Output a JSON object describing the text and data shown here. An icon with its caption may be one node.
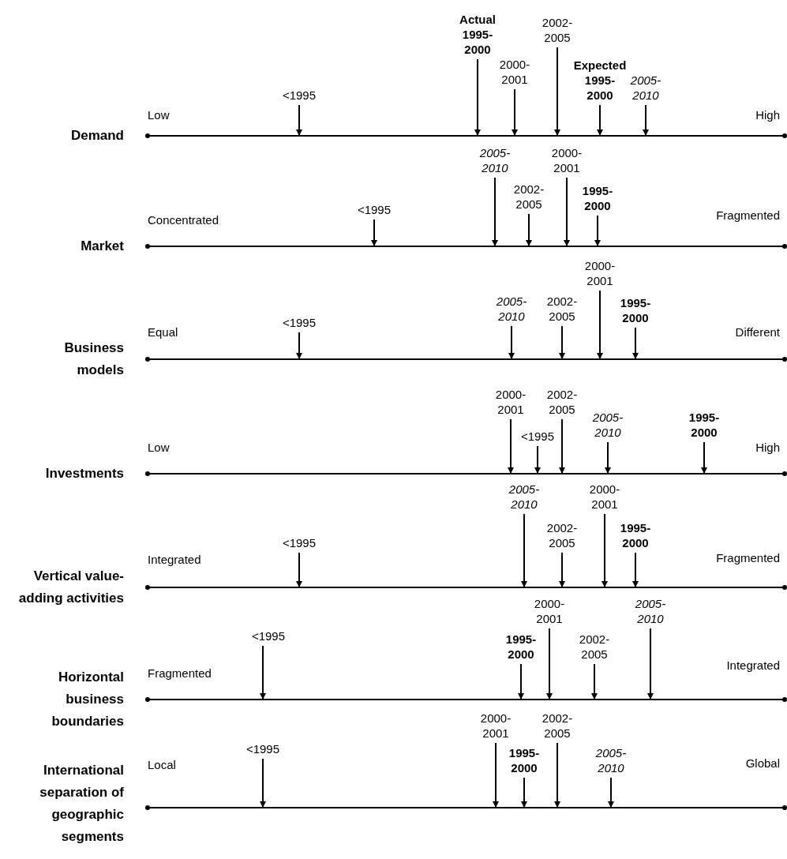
{
  "diagram": {
    "nodes": [
      {
        "text": [
          "<1995"
        ]
      },
      {
        "text": [
          "Actual 1995-2000"
        ]
      },
      {
        "text": [
          "2000-2001"
        ]
      },
      {
        "text": [
          "2002-2005"
        ]
      },
      {
        "text": [
          "Expected 1995-2000"
        ]
      },
      {
        "text": [
          "2005-2010"
        ]
      },
      {
        "text": [
          "<1995"
        ]
      },
      {
        "text": [
          "2005-2010"
        ]
      },
      {
        "text": [
          "2002-2005"
        ]
      },
      {
        "text": [
          "2000-2001"
        ]
      },
      {
        "text": [
          "1995-2000"
        ]
      },
      {
        "text": [
          "<1995"
        ]
      },
      {
        "text": [
          "2005-2010"
        ]
      },
      {
        "text": [
          "2002-2005"
        ]
      },
      {
        "text": [
          "2000-2001"
        ]
      },
      {
        "text": [
          "1995-2000"
        ]
      },
      {
        "text": [
          "2000-2001"
        ]
      },
      {
        "text": [
          "<1995"
        ]
      },
      {
        "text": [
          "2002-2005"
        ]
      },
      {
        "text": [
          "2005-2010"
        ]
      },
      {
        "text": [
          "1995-2000"
        ]
      },
      {
        "text": [
          "<1995"
        ]
      },
      {
        "text": [
          "2005-2010"
        ]
      },
      {
        "text": [
          "2002-2005"
        ]
      },
      {
        "text": [
          "2000-2001"
        ]
      },
      {
        "text": [
          "1995-2000"
        ]
      },
      {
        "text": [
          "<1995"
        ]
      },
      {
        "text": [
          "1995-2000"
        ]
      },
      {
        "text": [
          "2000-2001"
        ]
      },
      {
        "text": [
          "2002-2005"
        ]
      },
      {
        "text": [
          "2005-2010"
        ]
      },
      {
        "text": [
          "<1995"
        ]
      },
      {
        "text": [
          "2000-2001"
        ]
      },
      {
        "text": [
          "1995-2000"
        ]
      },
      {
        "text": [
          "2002-2005"
        ]
      },
      {
        "text": [
          "2005-2010"
        ]
      },
      {
        "text": [],
        "shape": "bar"
      },
      {
        "text": [],
        "shape": "bar"
      },
      {
        "text": [],
        "shape": "bar"
      },
      {
        "text": [],
        "shape": "bar"
      },
      {
        "text": [],
        "shape": "bar"
      },
      {
        "text": [],
        "shape": "bar"
      },
      {
        "text": [],
        "shape": "bar"
      }
    ],
    "edges": [
      {
        "from": 0,
        "to": 36,
        "arrow": "to"
      },
      {
        "from": 1,
        "to": 36,
        "arrow": "to"
      },
      {
        "from": 2,
        "to": 36,
        "arrow": "to"
      },
      {
        "from": 3,
        "to": 36,
        "arrow": "to"
      },
      {
        "from": 4,
        "to": 36,
        "arrow": "to"
      },
      {
        "from": 5,
        "to": 36,
        "arrow": "to"
      },
      {
        "from": 6,
        "to": 37,
        "arrow": "to"
      },
      {
        "from": 7,
        "to": 37,
        "arrow": "to"
      },
      {
        "from": 8,
        "to": 37,
        "arrow": "to"
      },
      {
        "from": 9,
        "to": 37,
        "arrow": "to"
      },
      {
        "from": 10,
        "to": 37,
        "arrow": "to"
      },
      {
        "from": 11,
        "to": 38,
        "arrow": "to"
      },
      {
        "from": 12,
        "to": 38,
        "arrow": "to"
      },
      {
        "from": 13,
        "to": 38,
        "arrow": "to"
      },
      {
        "from": 14,
        "to": 38,
        "arrow": "to"
      },
      {
        "from": 15,
        "to": 38,
        "arrow": "to"
      },
      {
        "from": 16,
        "to": 39,
        "arrow": "to"
      },
      {
        "from": 17,
        "to": 39,
        "arrow": "to"
      },
      {
        "from": 18,
        "to": 39,
        "arrow": "to"
      },
      {
        "from": 19,
        "to": 39,
        "arrow": "to"
      },
      {
        "from": 20,
        "to": 39,
        "arrow": "to"
      },
      {
        "from": 21,
        "to": 40,
        "arrow": "to"
      },
      {
        "from": 22,
        "to": 40,
        "arrow": "to"
      },
      {
        "from": 23,
        "to": 40,
        "arrow": "to"
      },
      {
        "from": 24,
        "to": 40,
        "arrow": "to"
      },
      {
        "from": 25,
        "to": 40,
        "arrow": "to"
      },
      {
        "from": 26,
        "to": 41,
        "arrow": "to"
      },
      {
        "from": 27,
        "to": 41,
        "arrow": "to"
      },
      {
        "from": 28,
        "to": 41,
        "arrow": "to"
      },
      {
        "from": 29,
        "to": 41,
        "arrow": "to"
      },
      {
        "from": 30,
        "to": 41,
        "arrow": "to"
      },
      {
        "from": 31,
        "to": 42,
        "arrow": "to"
      },
      {
        "from": 32,
        "to": 42,
        "arrow": "to"
      },
      {
        "from": 33,
        "to": 42,
        "arrow": "to"
      },
      {
        "from": 34,
        "to": 42,
        "arrow": "to"
      },
      {
        "from": 35,
        "to": 42,
        "arrow": "to"
      }
    ],
    "labels": [
      "Low",
      "High",
      "Demand",
      "Concentrated",
      "Fragmented",
      "Market",
      "Equal",
      "Different",
      "Business models",
      "Low",
      "High",
      "Investments",
      "Integrated",
      "Fragmented",
      "Vertical value-adding activities",
      "Fragmented",
      "Integrated",
      "Horizontal business boundaries",
      "Local",
      "Global",
      "International separation of geographic segments"
    ]
  }
}
